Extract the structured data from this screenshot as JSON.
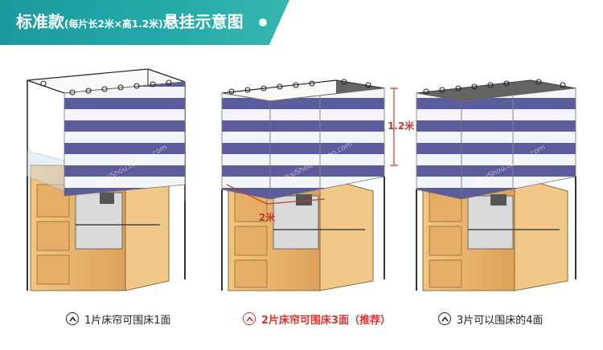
{
  "header": {
    "title_main": "标准款",
    "title_detail": "(每片长2米×高1.2米)",
    "title_tail": "悬挂示意图"
  },
  "dimensions": {
    "height_label": "1.2米",
    "length_label": "2米"
  },
  "captions": [
    {
      "text": "1片床帘可围床1面",
      "highlight": false
    },
    {
      "text": "2片床帘可围床3面（推荐）",
      "highlight": true
    },
    {
      "text": "3片可以围床的4面",
      "highlight": false
    }
  ],
  "watermark": "BaiShou.taobao.com",
  "colors": {
    "header": "#23a9a8",
    "stripe_blue": "#5c5b9c",
    "stripe_white": "#f4f4fb",
    "wood": "#e9b56d",
    "highlight_red": "#e4312b"
  },
  "icons": [
    "chevron-up-icon"
  ]
}
